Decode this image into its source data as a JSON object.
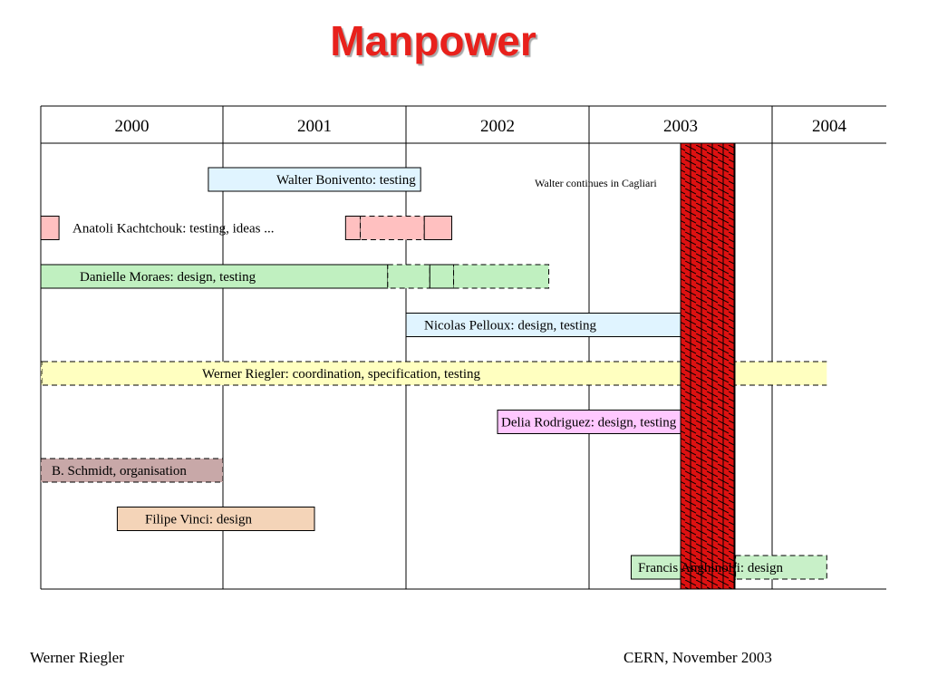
{
  "title": "Manpower",
  "years": [
    "2000",
    "2001",
    "2002",
    "2003",
    "2004"
  ],
  "colors": {
    "walter": "#e0f4ff",
    "anatoli": "#ffc0c0",
    "danielle": "#c0f0c0",
    "nicolas": "#e0f4ff",
    "werner": "#ffffc0",
    "delia": "#ffc8ff",
    "schmidt": "#c8a8a8",
    "filipe": "#f4d4b8",
    "francis": "#c8f0c8",
    "red_band": "#dd1111",
    "border": "#000000"
  },
  "bars": [
    {
      "id": "walter",
      "label": "Walter Bonivento: testing",
      "row": 0,
      "segments": [
        {
          "start": 2000.92,
          "end": 2002.08,
          "style": "solid"
        }
      ]
    },
    {
      "id": "anatoli",
      "label": "Anatoli Kachtchouk: testing, ideas ...",
      "row": 1,
      "segments": [
        {
          "start": 2000.0,
          "end": 2000.1,
          "style": "solid"
        },
        {
          "start": 2001.67,
          "end": 2001.75,
          "style": "solid"
        },
        {
          "start": 2001.75,
          "end": 2002.1,
          "style": "dashed"
        },
        {
          "start": 2002.1,
          "end": 2002.25,
          "style": "solid"
        }
      ]
    },
    {
      "id": "danielle",
      "label": "Danielle Moraes: design, testing",
      "row": 2,
      "segments": [
        {
          "start": 2000.0,
          "end": 2001.9,
          "style": "solid"
        },
        {
          "start": 2001.9,
          "end": 2002.13,
          "style": "dashed"
        },
        {
          "start": 2002.13,
          "end": 2002.26,
          "style": "solid"
        },
        {
          "start": 2002.26,
          "end": 2002.78,
          "style": "dashed"
        }
      ]
    },
    {
      "id": "nicolas",
      "label": "Nicolas Pelloux: design, testing",
      "row": 3,
      "segments": [
        {
          "start": 2002.0,
          "end": 2003.5,
          "style": "solid"
        }
      ]
    },
    {
      "id": "werner",
      "label": "Werner Riegler: coordination, specification, testing",
      "row": 4,
      "segments": [
        {
          "start": 2000.0,
          "end": 2000.01,
          "style": "dashed"
        },
        {
          "start": 2000.01,
          "end": 2004.3,
          "style": "dashedtop"
        }
      ]
    },
    {
      "id": "delia",
      "label": "Delia Rodriguez: design, testing",
      "row": 5,
      "segments": [
        {
          "start": 2002.5,
          "end": 2003.5,
          "style": "solid"
        }
      ]
    },
    {
      "id": "schmidt",
      "label": "B. Schmidt, organisation",
      "row": 6,
      "segments": [
        {
          "start": 2000.0,
          "end": 2001.0,
          "style": "dashed"
        }
      ]
    },
    {
      "id": "filipe",
      "label": "Filipe Vinci: design",
      "row": 7,
      "segments": [
        {
          "start": 2000.42,
          "end": 2001.5,
          "style": "solid"
        }
      ]
    },
    {
      "id": "francis",
      "label": "Francis Anghinolfi: design",
      "row": 8,
      "segments": [
        {
          "start": 2003.23,
          "end": 2003.8,
          "style": "solid"
        },
        {
          "start": 2003.8,
          "end": 2004.3,
          "style": "dashed"
        }
      ]
    }
  ],
  "note": "Walter  continues in Cagliari",
  "footer": {
    "author": "Werner Riegler",
    "venue": "CERN, November 2003"
  }
}
